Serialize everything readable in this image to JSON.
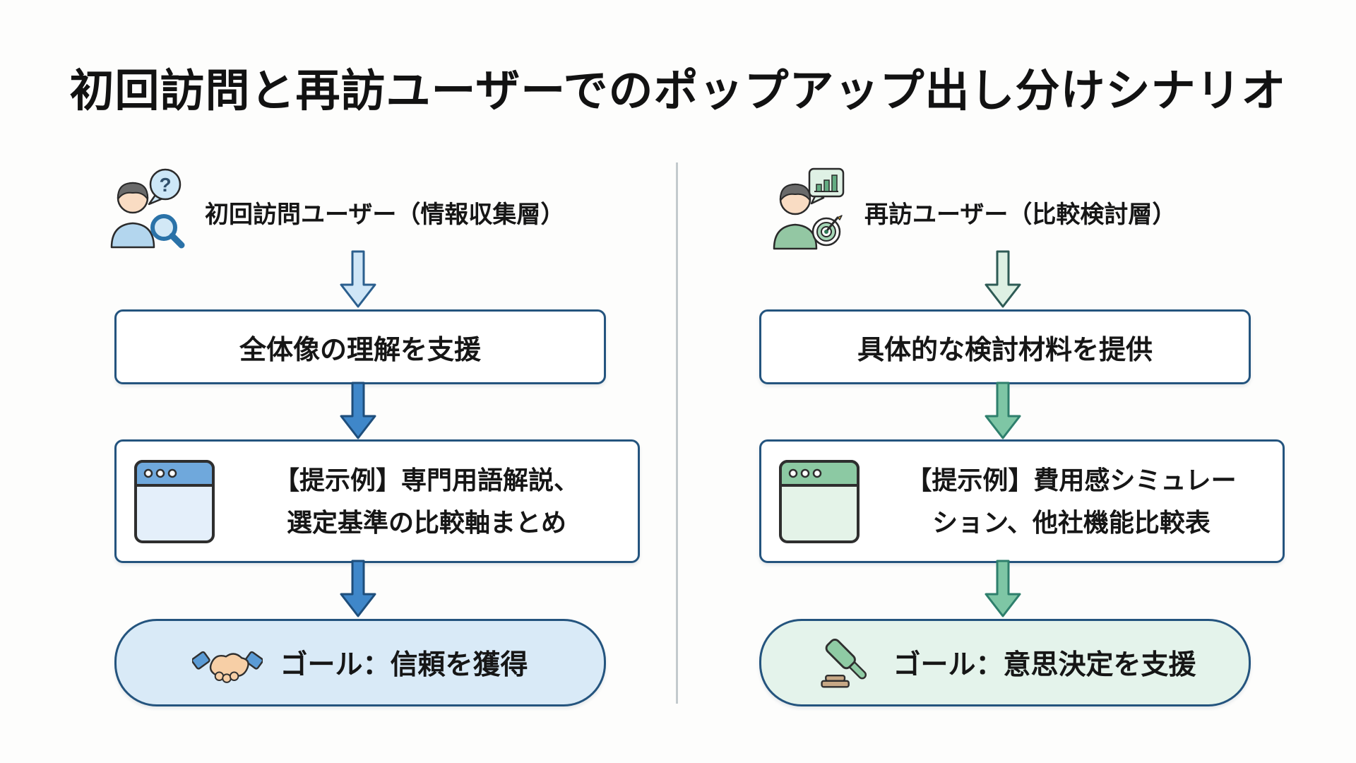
{
  "title": "初回訪問と再訪ユーザーでのポップアップ出し分けシナリオ",
  "left_column": {
    "persona_label": "初回訪問ユーザー（情報収集層）",
    "persona_icon": "person-question-magnifier-icon",
    "bubble_text": "?",
    "step1_label": "全体像の理解を支援",
    "example_icon": "browser-window-blue-icon",
    "example_line1": "【提示例】専門用語解説、",
    "example_line2": "選定基準の比較軸まとめ",
    "goal_icon": "handshake-icon",
    "goal_label": "ゴール：信頼を獲得",
    "accent_color": "#3f87c9"
  },
  "right_column": {
    "persona_label": "再訪ユーザー（比較検討層）",
    "persona_icon": "person-chart-target-icon",
    "step1_label": "具体的な検討材料を提供",
    "example_icon": "browser-window-green-icon",
    "example_line1": "【提示例】費用感シミュレー",
    "example_line2": "ション、他社機能比較表",
    "goal_icon": "gavel-icon",
    "goal_label": "ゴール：意思決定を支援",
    "accent_color": "#7ec6a5"
  },
  "colors": {
    "box_border": "#24547e",
    "blue_arrow_solid": "#3f87c9",
    "blue_arrow_light": "#cfe6f7",
    "green_arrow_solid": "#7ec6a5",
    "green_arrow_light": "#ddf0e3",
    "goal_bg_left": "#d9eaf7",
    "goal_bg_right": "#e4f3eb",
    "divider": "#c3cacd",
    "background": "#fdfdfc"
  }
}
